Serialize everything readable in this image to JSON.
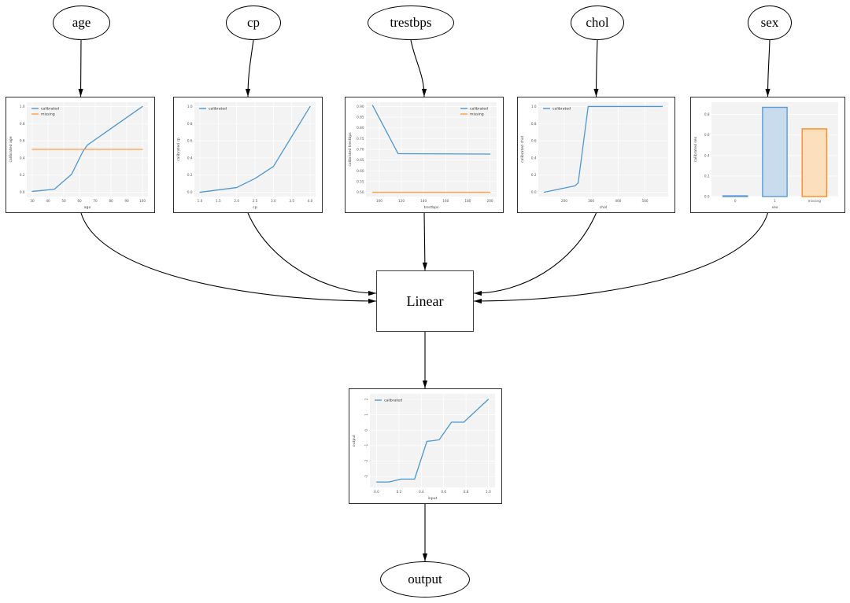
{
  "diagram": {
    "inputs": [
      {
        "label": "age"
      },
      {
        "label": "cp"
      },
      {
        "label": "trestbps"
      },
      {
        "label": "chol"
      },
      {
        "label": "sex"
      }
    ],
    "combiner_label": "Linear",
    "output_label": "output"
  },
  "colors": {
    "calibrated_line": "#4d96d2",
    "missing_line": "#ff9d45",
    "bar_blue_edge": "#5b9bd5",
    "bar_blue_fill": "#c9dcee",
    "bar_orange_edge": "#ff8c1f",
    "bar_orange_fill": "#fce0bd",
    "plot_bg": "#f3f3f3",
    "grid": "#ffffff",
    "edge_color": "#000000"
  },
  "chart_data": [
    {
      "id": "age",
      "type": "line",
      "xlabel": "age",
      "ylabel": "calibrated age",
      "xlim": [
        26.5,
        103.5
      ],
      "ylim": [
        -0.05,
        1.05
      ],
      "x_ticks": [
        30,
        40,
        50,
        60,
        70,
        80,
        90,
        100
      ],
      "x_tick_labels": [
        "30",
        "40",
        "50",
        "60",
        "70",
        "80",
        "90",
        "100"
      ],
      "y_ticks": [
        0,
        0.2,
        0.4,
        0.6,
        0.8,
        1
      ],
      "y_tick_labels": [
        "0.0",
        "0.2",
        "0.4",
        "0.6",
        "0.8",
        "1.0"
      ],
      "legend": {
        "position": "nw"
      },
      "series": [
        {
          "name": "calibrated",
          "color_key": "calibrated_line",
          "points": [
            [
              30,
              0.01
            ],
            [
              44,
              0.035
            ],
            [
              55,
              0.21
            ],
            [
              62,
              0.47
            ],
            [
              65,
              0.55
            ],
            [
              100,
              1.0
            ]
          ]
        },
        {
          "name": "missing",
          "color_key": "missing_line",
          "points": [
            [
              30,
              0.5
            ],
            [
              100,
              0.5
            ]
          ]
        }
      ]
    },
    {
      "id": "cp",
      "type": "line",
      "xlabel": "cp",
      "ylabel": "calibrated cp",
      "xlim": [
        0.85,
        4.15
      ],
      "ylim": [
        -0.05,
        1.05
      ],
      "x_ticks": [
        1,
        1.5,
        2,
        2.5,
        3,
        3.5,
        4
      ],
      "x_tick_labels": [
        "1.0",
        "1.5",
        "2.0",
        "2.5",
        "3.0",
        "3.5",
        "4.0"
      ],
      "y_ticks": [
        0,
        0.2,
        0.4,
        0.6,
        0.8,
        1
      ],
      "y_tick_labels": [
        "0.0",
        "0.2",
        "0.4",
        "0.6",
        "0.8",
        "1.0"
      ],
      "legend": {
        "position": "nw"
      },
      "series": [
        {
          "name": "calibrated",
          "color_key": "calibrated_line",
          "points": [
            [
              1,
              0.0
            ],
            [
              2,
              0.055
            ],
            [
              2.5,
              0.16
            ],
            [
              3,
              0.3
            ],
            [
              4,
              1.0
            ]
          ]
        }
      ]
    },
    {
      "id": "trestbps",
      "type": "line",
      "xlabel": "trestbps",
      "ylabel": "calibrated trestbps",
      "xlim": [
        88,
        206
      ],
      "ylim": [
        0.48,
        0.92
      ],
      "x_ticks": [
        100,
        120,
        140,
        160,
        180,
        200
      ],
      "x_tick_labels": [
        "100",
        "120",
        "140",
        "160",
        "180",
        "200"
      ],
      "y_ticks": [
        0.5,
        0.55,
        0.6,
        0.65,
        0.7,
        0.75,
        0.8,
        0.85,
        0.9
      ],
      "y_tick_labels": [
        "0.50",
        "0.55",
        "0.60",
        "0.65",
        "0.70",
        "0.75",
        "0.80",
        "0.85",
        "0.90"
      ],
      "legend": {
        "position": "ne"
      },
      "series": [
        {
          "name": "calibrated",
          "color_key": "calibrated_line",
          "points": [
            [
              94,
              0.905
            ],
            [
              117,
              0.68
            ],
            [
              200,
              0.678
            ]
          ]
        },
        {
          "name": "missing",
          "color_key": "missing_line",
          "points": [
            [
              94,
              0.5
            ],
            [
              200,
              0.5
            ]
          ]
        }
      ]
    },
    {
      "id": "chol",
      "type": "line",
      "xlabel": "chol",
      "ylabel": "calibrated chol",
      "xlim": [
        104,
        586
      ],
      "ylim": [
        -0.05,
        1.05
      ],
      "x_ticks": [
        200,
        300,
        400,
        500
      ],
      "x_tick_labels": [
        "200",
        "300",
        "400",
        "500"
      ],
      "y_ticks": [
        0,
        0.2,
        0.4,
        0.6,
        0.8,
        1
      ],
      "y_tick_labels": [
        "0.0",
        "0.2",
        "0.4",
        "0.6",
        "0.8",
        "1.0"
      ],
      "legend": {
        "position": "nw"
      },
      "series": [
        {
          "name": "calibrated",
          "color_key": "calibrated_line",
          "points": [
            [
              126,
              0.0
            ],
            [
              240,
              0.075
            ],
            [
              252,
              0.11
            ],
            [
              289,
              1.0
            ],
            [
              564,
              1.0
            ]
          ]
        }
      ]
    },
    {
      "id": "sex",
      "type": "bar",
      "xlabel": "sex",
      "ylabel": "calibrated sex",
      "ylim": [
        0,
        0.92
      ],
      "categories": [
        "0",
        "1",
        "missing"
      ],
      "values": [
        0.007,
        0.87,
        0.66
      ],
      "y_ticks": [
        0,
        0.2,
        0.4,
        0.6,
        0.8
      ],
      "y_tick_labels": [
        "0.0",
        "0.2",
        "0.4",
        "0.6",
        "0.8"
      ],
      "bar_styles": [
        {
          "edge_key": "bar_blue_edge",
          "fill_key": "bar_blue_fill"
        },
        {
          "edge_key": "bar_blue_edge",
          "fill_key": "bar_blue_fill"
        },
        {
          "edge_key": "bar_orange_edge",
          "fill_key": "bar_orange_fill"
        }
      ]
    },
    {
      "id": "output",
      "type": "line",
      "xlabel": "input",
      "ylabel": "output",
      "xlim": [
        -0.06,
        1.06
      ],
      "ylim": [
        -3.7,
        2.35
      ],
      "x_ticks": [
        0,
        0.2,
        0.4,
        0.6,
        0.8,
        1
      ],
      "x_tick_labels": [
        "0.0",
        "0.2",
        "0.4",
        "0.6",
        "0.8",
        "1.0"
      ],
      "y_ticks": [
        -3,
        -2,
        -1,
        0,
        1,
        2
      ],
      "y_tick_labels": [
        "-3",
        "-2",
        "-1",
        "0",
        "1",
        "2"
      ],
      "y_tick_rotate": true,
      "legend": {
        "position": "nw"
      },
      "series": [
        {
          "name": "calibrated",
          "color_key": "calibrated_line",
          "points": [
            [
              0,
              -3.35
            ],
            [
              0.11,
              -3.35
            ],
            [
              0.22,
              -3.16
            ],
            [
              0.34,
              -3.16
            ],
            [
              0.45,
              -0.72
            ],
            [
              0.5,
              -0.68
            ],
            [
              0.56,
              -0.62
            ],
            [
              0.67,
              0.52
            ],
            [
              0.78,
              0.52
            ],
            [
              1,
              2.0
            ]
          ]
        }
      ]
    }
  ]
}
